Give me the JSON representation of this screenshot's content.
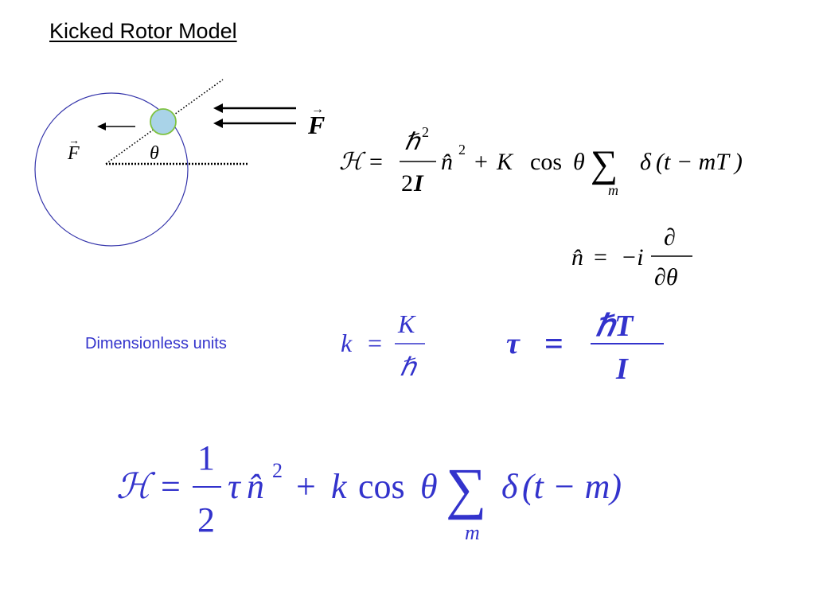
{
  "title": "Kicked Rotor Model",
  "colors": {
    "text": "#000000",
    "accent_blue": "#3333cc",
    "circle_stroke": "#3333aa",
    "ball_fill": "#a9d3e8",
    "ball_stroke": "#7fc241"
  },
  "diagram": {
    "force_label_left": "F",
    "angle_label": "θ",
    "force_label_right": "F",
    "vector_arrow": "→"
  },
  "hamiltonian_1": {
    "lhs": "ℋ",
    "equals": "=",
    "frac_num": "ℏ",
    "frac_num_exp": "2",
    "frac_den": "2",
    "frac_den_var": "I",
    "n_hat": "n̂",
    "n_exp": "2",
    "plus": "+",
    "K": "K",
    "cos": "cos",
    "theta": "θ",
    "sum": "∑",
    "sum_index": "m",
    "delta": "δ",
    "args": "(t − mT )"
  },
  "momentum_op": {
    "n_hat": "n̂",
    "equals": "=",
    "minus_i": "−i",
    "partial": "∂",
    "partial_theta": "∂θ"
  },
  "dimensionless": {
    "caption": "Dimensionless units",
    "k": "k",
    "equals": "=",
    "K": "K",
    "hbar": "ℏ",
    "tau": "τ",
    "tau_equals": "=",
    "tau_num": "ℏT",
    "tau_den": "I"
  },
  "hamiltonian_2": {
    "lhs": "ℋ",
    "equals": "=",
    "frac_num": "1",
    "frac_den": "2",
    "tau": "τ",
    "n_hat": "n̂",
    "n_exp": "2",
    "plus": "+",
    "k": "k",
    "cos": "cos",
    "theta": "θ",
    "sum": "∑",
    "sum_index": "m",
    "delta": "δ",
    "args": "(t − m)"
  }
}
